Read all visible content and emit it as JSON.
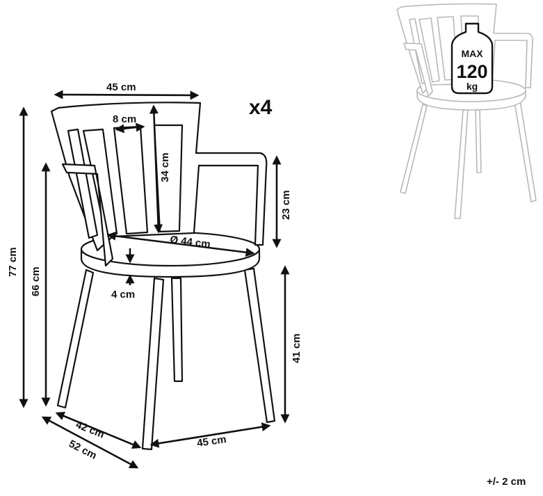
{
  "dimensions": {
    "width_top": "45 cm",
    "slat_gap": "8 cm",
    "back_height": "34 cm",
    "armrest_height": "23 cm",
    "seat_diameter": "Ø 44 cm",
    "seat_thickness": "4 cm",
    "seat_height": "41 cm",
    "total_height": "77 cm",
    "arm_height": "66 cm",
    "seat_depth": "42 cm",
    "total_depth": "52 cm",
    "width_bottom": "45 cm"
  },
  "quantity": "x4",
  "max_load": {
    "label": "MAX",
    "value": "120",
    "unit": "kg"
  },
  "tolerance": "+/- 2 cm"
}
